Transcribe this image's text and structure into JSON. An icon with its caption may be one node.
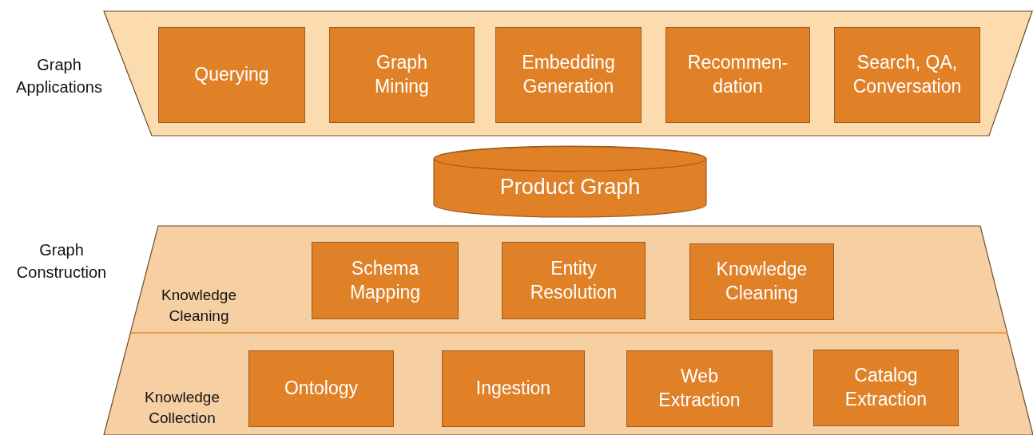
{
  "diagram": {
    "nodes": [
      {
        "text": [],
        "shape": "trapezoid",
        "beside": [
          "Graph Applications"
        ]
      },
      {
        "text": [
          "Querying"
        ],
        "in": 0
      },
      {
        "text": [
          "Graph Mining"
        ],
        "in": 0
      },
      {
        "text": [
          "Embedding Generation"
        ],
        "in": 0
      },
      {
        "text": [
          "Recommen- dation"
        ],
        "in": 0
      },
      {
        "text": [
          "Search, QA, Conversation"
        ],
        "in": 0
      },
      {
        "text": [
          "Product Graph"
        ]
      },
      {
        "text": [],
        "shape": "trapezoid",
        "beside": [
          "Graph Construction"
        ]
      },
      {
        "text": [
          "Knowledge Cleaning"
        ],
        "in": 7
      },
      {
        "text": [
          "Schema Mapping"
        ],
        "in": 8
      },
      {
        "text": [
          "Entity Resolution"
        ],
        "in": 8
      },
      {
        "text": [
          "Knowledge Cleaning"
        ],
        "in": 8
      },
      {
        "text": [
          "Knowledge Collection"
        ],
        "in": 7
      },
      {
        "text": [
          "Ontology"
        ],
        "in": 12
      },
      {
        "text": [
          "Ingestion"
        ],
        "in": 12
      },
      {
        "text": [
          "Web Extraction"
        ],
        "in": 12
      },
      {
        "text": [
          "Catalog Extraction"
        ],
        "in": 12
      }
    ],
    "edges": []
  }
}
